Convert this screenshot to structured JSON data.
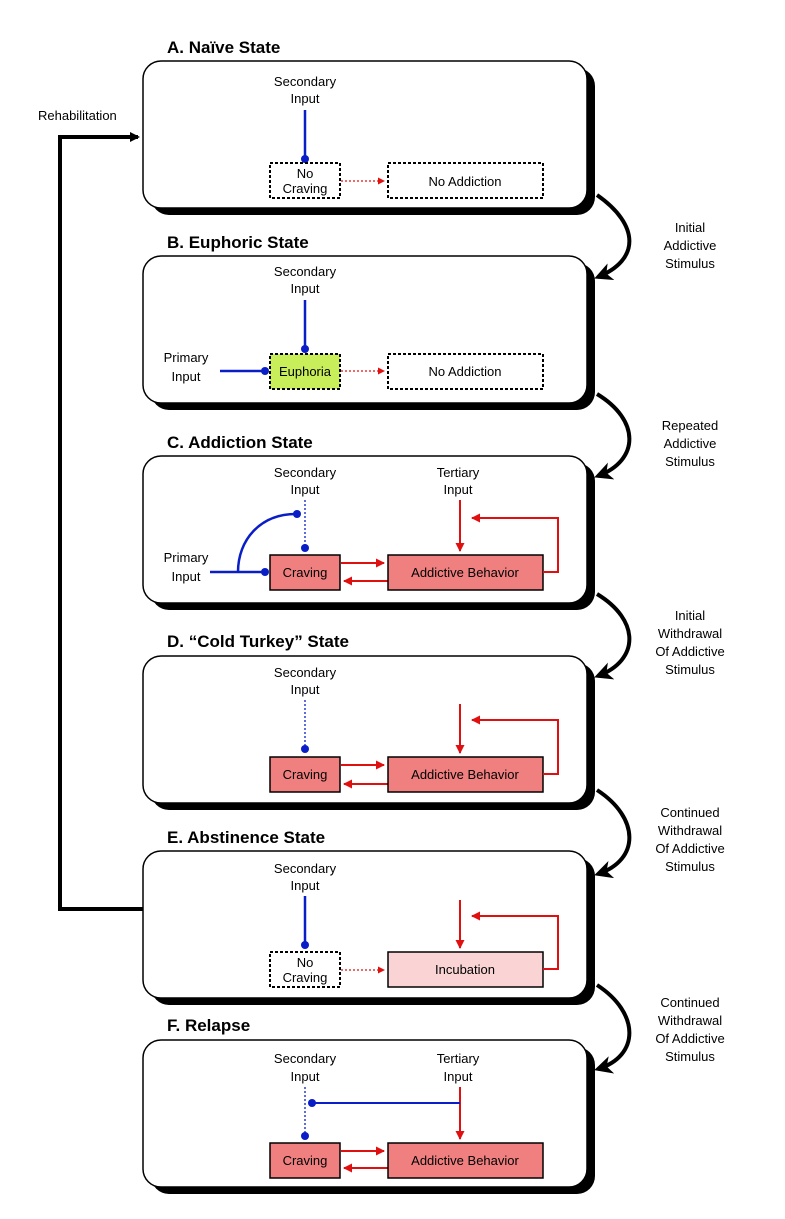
{
  "left_loop": {
    "label": "Rehabilitation"
  },
  "transitions": [
    [
      "Initial",
      "Addictive",
      "Stimulus"
    ],
    [
      "Repeated",
      "Addictive",
      "Stimulus"
    ],
    [
      "Initial",
      "Withdrawal",
      "Of Addictive",
      "Stimulus"
    ],
    [
      "Continued",
      "Withdrawal",
      "Of Addictive",
      "Stimulus"
    ],
    [
      "Continued",
      "Withdrawal",
      "Of Addictive",
      "Stimulus"
    ]
  ],
  "states": [
    {
      "title": "A. Naïve State",
      "secondary": [
        "Secondary",
        "Input"
      ],
      "left_node": [
        "No",
        "Craving"
      ],
      "right_node": "No Addiction"
    },
    {
      "title": "B. Euphoric State",
      "secondary": [
        "Secondary",
        "Input"
      ],
      "primary": [
        "Primary",
        "Input"
      ],
      "left_node": "Euphoria",
      "right_node": "No Addiction"
    },
    {
      "title": "C. Addiction State",
      "secondary": [
        "Secondary",
        "Input"
      ],
      "tertiary": [
        "Tertiary",
        "Input"
      ],
      "primary": [
        "Primary",
        "Input"
      ],
      "left_node": "Craving",
      "right_node": "Addictive Behavior"
    },
    {
      "title": "D. “Cold Turkey” State",
      "secondary": [
        "Secondary",
        "Input"
      ],
      "left_node": "Craving",
      "right_node": "Addictive Behavior"
    },
    {
      "title": "E. Abstinence State",
      "secondary": [
        "Secondary",
        "Input"
      ],
      "left_node": [
        "No",
        "Craving"
      ],
      "right_node": "Incubation"
    },
    {
      "title": "F. Relapse",
      "secondary": [
        "Secondary",
        "Input"
      ],
      "tertiary": [
        "Tertiary",
        "Input"
      ],
      "left_node": "Craving",
      "right_node": "Addictive Behavior"
    }
  ]
}
